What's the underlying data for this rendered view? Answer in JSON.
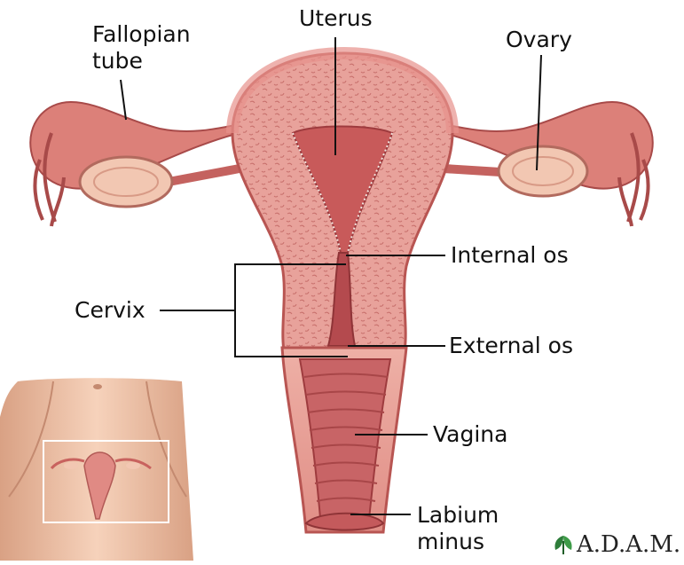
{
  "labels": {
    "fallopian_tube": [
      "Fallopian",
      "tube"
    ],
    "uterus": "Uterus",
    "ovary": "Ovary",
    "internal_os": "Internal os",
    "cervix": "Cervix",
    "external_os": "External os",
    "vagina": "Vagina",
    "labium_minus": [
      "Labium",
      "minus"
    ]
  },
  "logo": {
    "text": "A.D.A.M.",
    "icon": "leaf-icon"
  },
  "colors": {
    "tissue": "#e79a93",
    "tissue_dark": "#c9615f",
    "lining": "#d98a86",
    "cavity": "#b84a4e",
    "ovary": "#f2c7b2",
    "skin": "#f0c4a9"
  }
}
